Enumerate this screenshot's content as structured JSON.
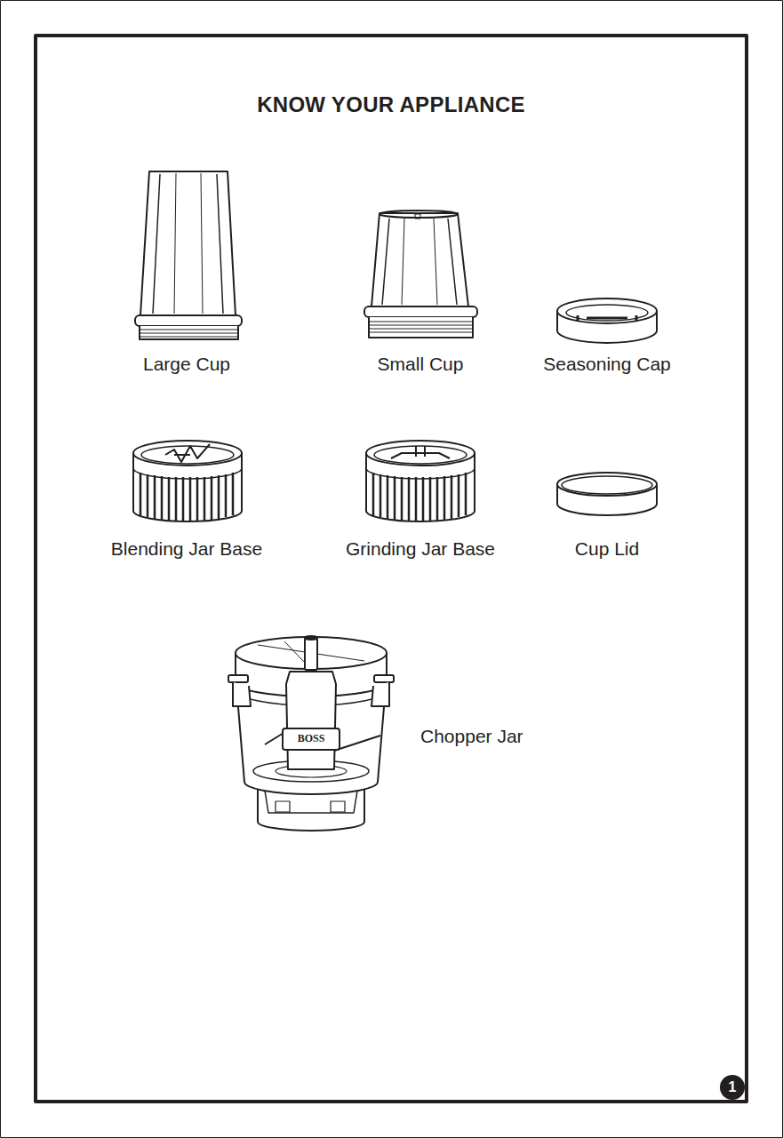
{
  "diagram": {
    "title": "KNOW YOUR APPLIANCE",
    "nodes": [
      {
        "text": [
          "1"
        ]
      }
    ],
    "labels": [
      "Large Cup",
      "Small Cup",
      "Seasoning Cap",
      "Blending Jar Base",
      "Grinding Jar Base",
      "Cup Lid",
      "Chopper Jar",
      "BOSS"
    ]
  }
}
